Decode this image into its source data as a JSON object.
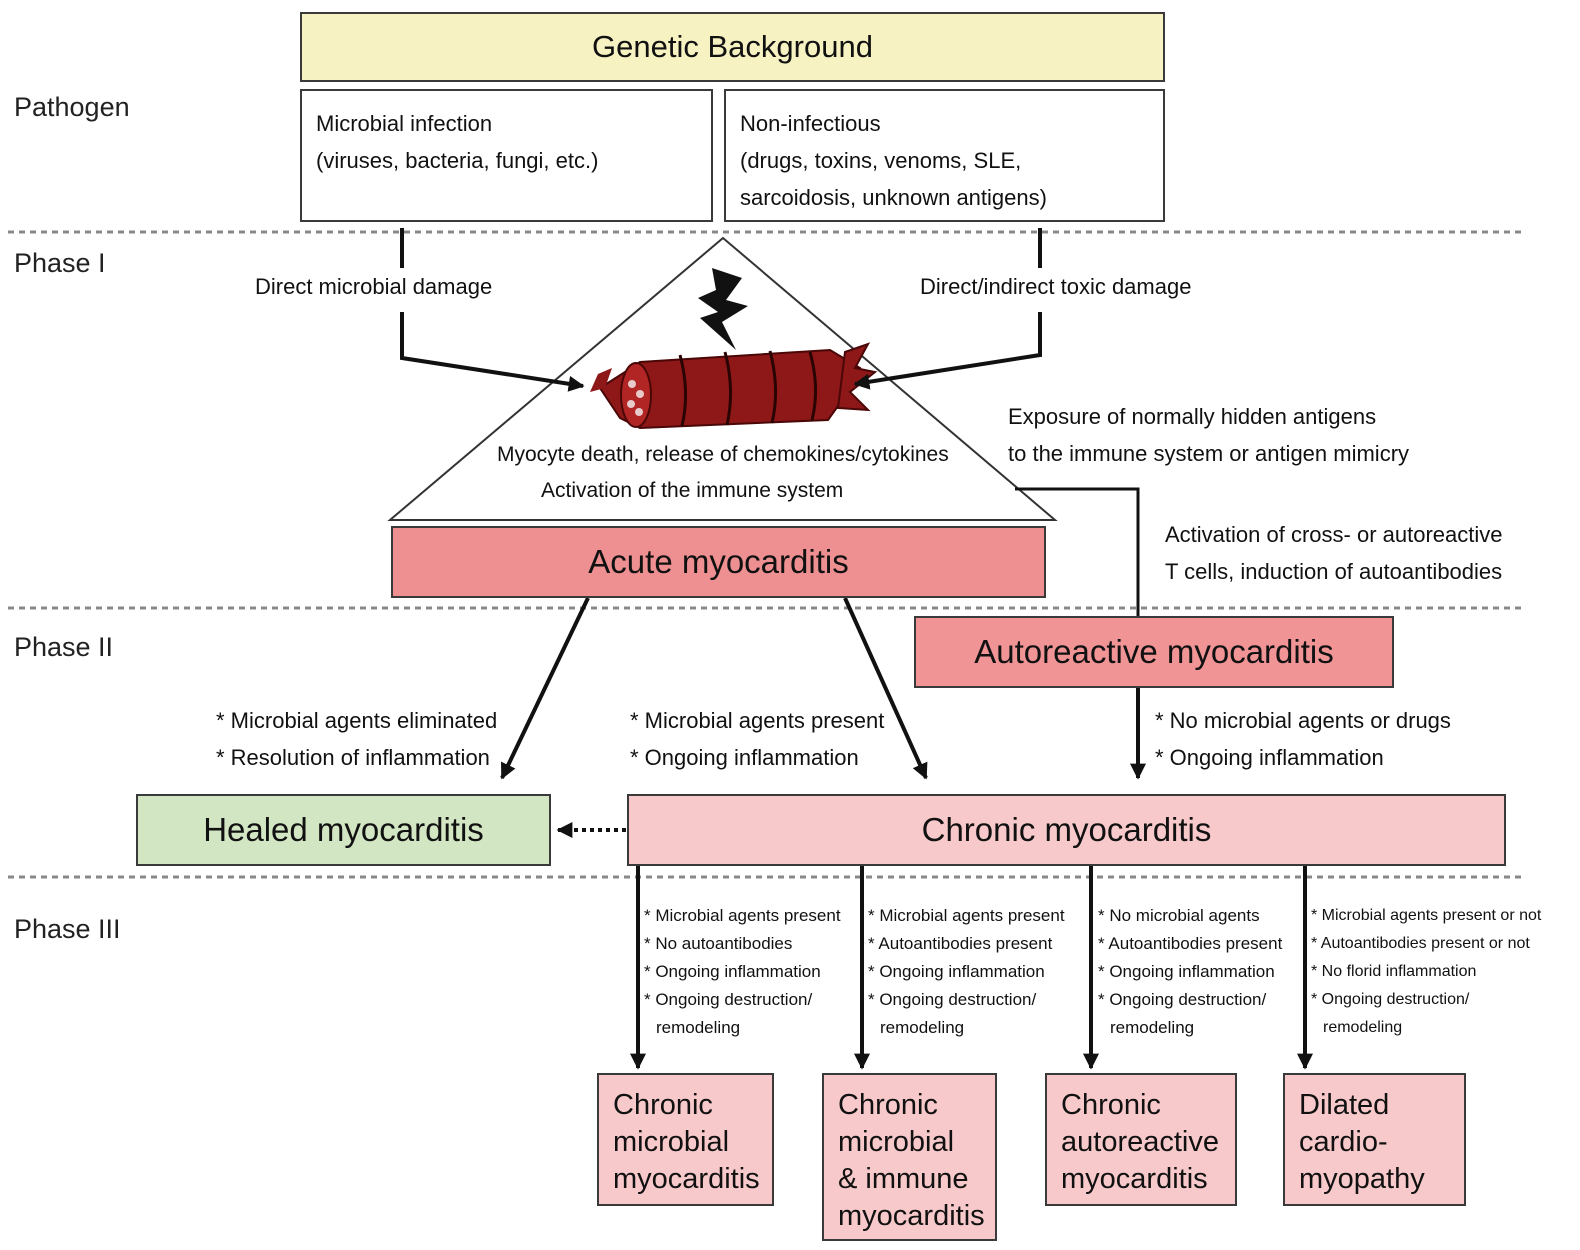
{
  "colors": {
    "genetic_fill": "#f6f2c2",
    "acute_fill": "#ee8f91",
    "autoreactive_fill": "#f09496",
    "chronic_fill": "#f7c9ca",
    "healed_fill": "#d3e6c4",
    "outcome_fill": "#f7c9ca",
    "myocyte": "#8e1717"
  },
  "labels": {
    "pathogen": "Pathogen",
    "phase1": "Phase I",
    "phase2": "Phase II",
    "phase3": "Phase III"
  },
  "genetic": "Genetic Background",
  "microbial": {
    "line1": "Microbial infection",
    "line2": "(viruses, bacteria, fungi, etc.)"
  },
  "noninfectious": {
    "line1": "Non-infectious",
    "line2": "(drugs, toxins, venoms, SLE,",
    "line3": "sarcoidosis, unknown antigens)"
  },
  "direct_microbial": "Direct microbial damage",
  "direct_toxic": "Direct/indirect toxic damage",
  "myocyte_death": "Myocyte death, release of chemokines/cytokines",
  "activation_immune": "Activation of the immune system",
  "exposure": {
    "line1": "Exposure of normally hidden antigens",
    "line2": "to the immune system or antigen mimicry"
  },
  "activation_cross": {
    "line1": "Activation of cross- or autoreactive",
    "line2": "T cells, induction of autoantibodies"
  },
  "acute": "Acute myocarditis",
  "autoreactive": "Autoreactive myocarditis",
  "left_notes": {
    "line1": "* Microbial agents eliminated",
    "line2": "* Resolution of inflammation"
  },
  "mid_notes": {
    "line1": "* Microbial agents present",
    "line2": "* Ongoing inflammation"
  },
  "right_notes": {
    "line1": "* No microbial agents or drugs",
    "line2": "* Ongoing inflammation"
  },
  "healed": "Healed myocarditis",
  "chronic": "Chronic myocarditis",
  "branches": [
    {
      "l1": "* Microbial agents present",
      "l2": "* No autoantibodies",
      "l3": "* Ongoing inflammation",
      "l4": "* Ongoing destruction/",
      "l5": "remodeling"
    },
    {
      "l1": "* Microbial agents present",
      "l2": "* Autoantibodies present",
      "l3": "* Ongoing inflammation",
      "l4": "* Ongoing destruction/",
      "l5": "remodeling"
    },
    {
      "l1": "* No microbial agents",
      "l2": "* Autoantibodies present",
      "l3": "* Ongoing inflammation",
      "l4": "* Ongoing destruction/",
      "l5": "remodeling"
    },
    {
      "l1": "* Microbial agents present or not",
      "l2": "* Autoantibodies present or not",
      "l3": "* No florid inflammation",
      "l4": "* Ongoing destruction/",
      "l5": "remodeling"
    }
  ],
  "outcomes": [
    {
      "l1": "Chronic",
      "l2": "microbial",
      "l3": "myocarditis",
      "l4": ""
    },
    {
      "l1": "Chronic",
      "l2": "microbial",
      "l3": "& immune",
      "l4": "myocarditis"
    },
    {
      "l1": "Chronic",
      "l2": "autoreactive",
      "l3": "myocarditis",
      "l4": ""
    },
    {
      "l1": "Dilated",
      "l2": "cardio-",
      "l3": "myopathy",
      "l4": ""
    }
  ]
}
